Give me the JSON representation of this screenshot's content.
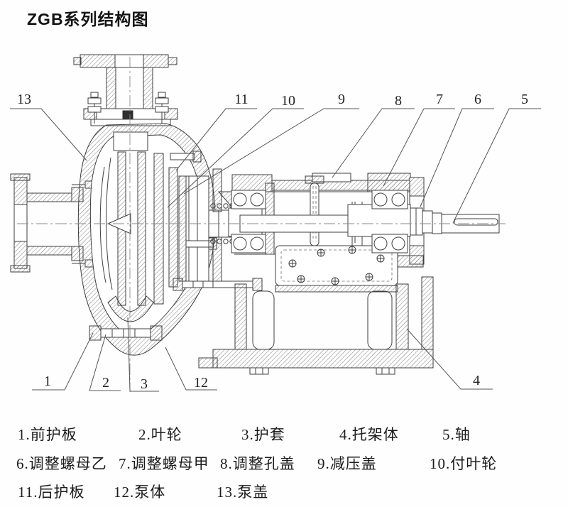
{
  "page": {
    "title": "ZGB系列结构图"
  },
  "colors": {
    "line": "#3f3f3f",
    "hatch": "#707070",
    "text": "#1c1c1c",
    "background": "#fefefe"
  },
  "diagram": {
    "callouts": [
      {
        "label": "1",
        "part": "前护板"
      },
      {
        "label": "2",
        "part": "叶轮"
      },
      {
        "label": "3",
        "part": "护套"
      },
      {
        "label": "4",
        "part": "托架体"
      },
      {
        "label": "5",
        "part": "轴"
      },
      {
        "label": "6",
        "part": "调整螺母乙"
      },
      {
        "label": "7",
        "part": "调整螺母甲"
      },
      {
        "label": "8",
        "part": "调整孔盖"
      },
      {
        "label": "9",
        "part": "减压盖"
      },
      {
        "label": "10",
        "part": "付叶轮"
      },
      {
        "label": "11",
        "part": "后护板"
      },
      {
        "label": "12",
        "part": "泵体"
      },
      {
        "label": "13",
        "part": "泵盖"
      }
    ]
  },
  "legend": {
    "items": [
      {
        "label": "1.前护板"
      },
      {
        "label": "2.叶轮"
      },
      {
        "label": "3.护套"
      },
      {
        "label": "4.托架体"
      },
      {
        "label": "5.轴"
      },
      {
        "label": "6.调整螺母乙"
      },
      {
        "label": "7.调整螺母甲"
      },
      {
        "label": "8.调整孔盖"
      },
      {
        "label": "9.减压盖"
      },
      {
        "label": "10.付叶轮"
      },
      {
        "label": "11.后护板"
      },
      {
        "label": "12.泵体"
      },
      {
        "label": "13.泵盖"
      }
    ]
  }
}
